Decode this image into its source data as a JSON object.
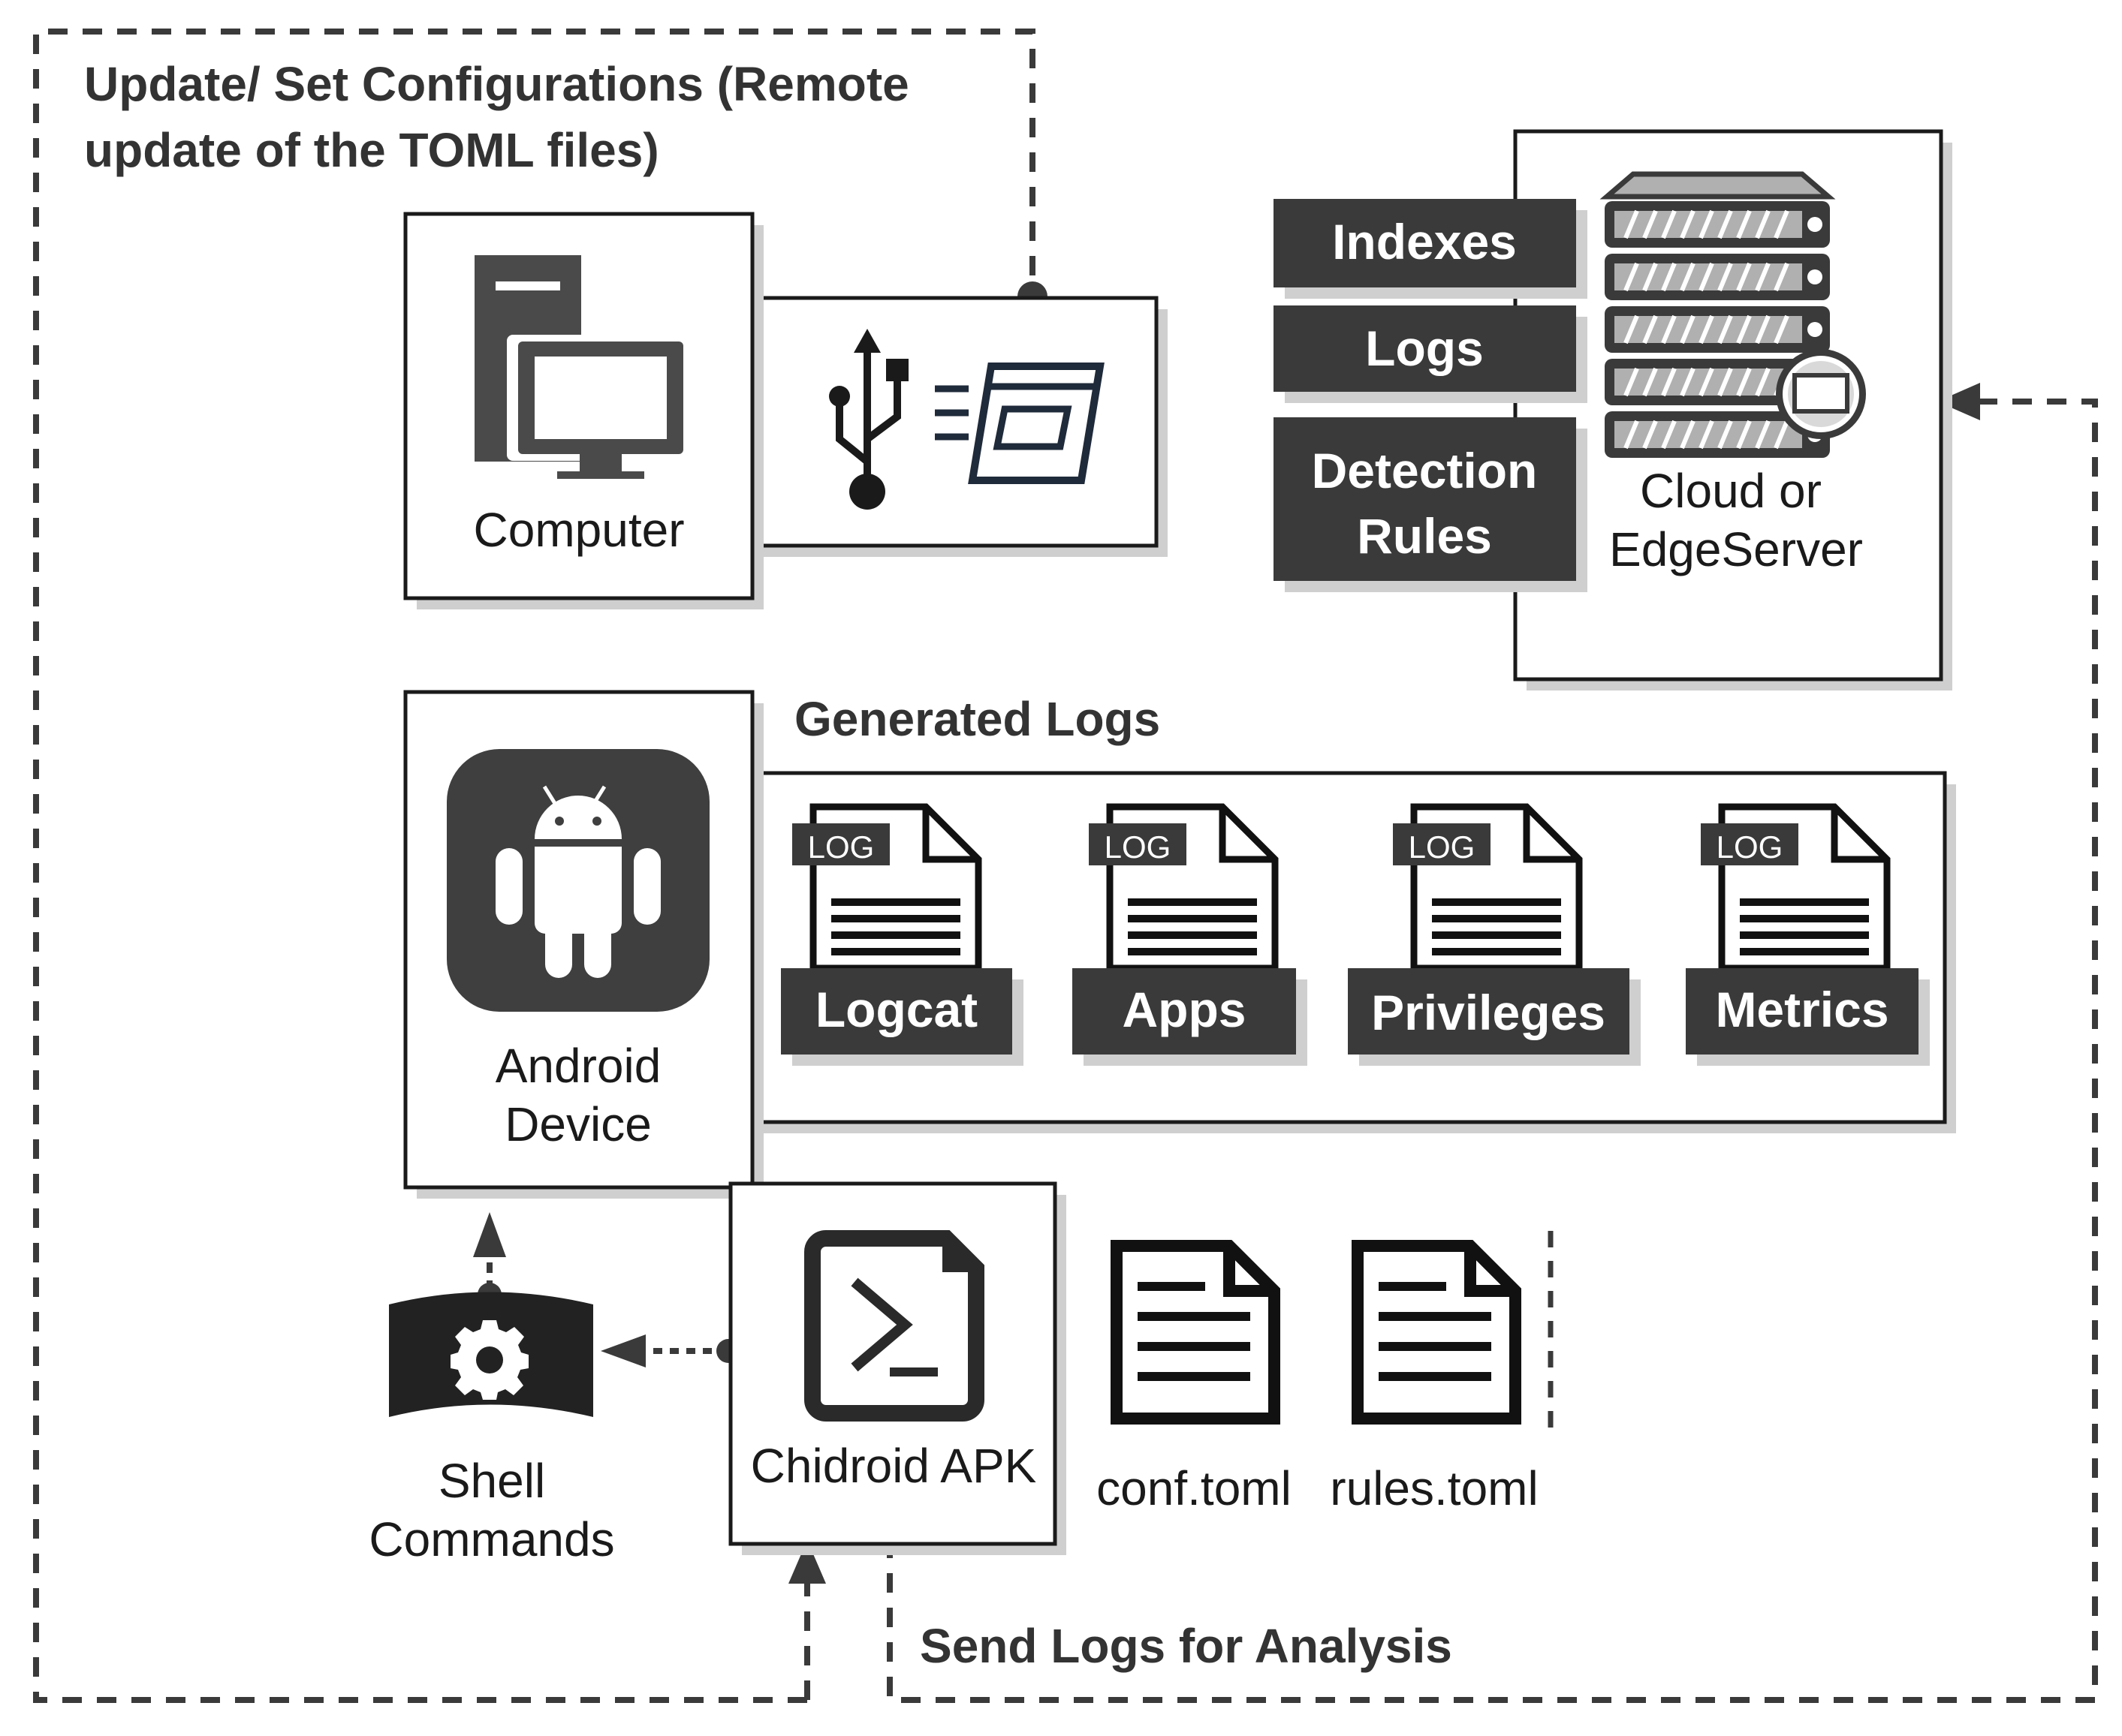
{
  "title": "Update/ Set Configurations (Remote update of the TOML files)",
  "title_lines": [
    "Update/ Set Configurations (Remote",
    "update of the TOML files)"
  ],
  "computer": {
    "label": "Computer",
    "icon": "desktop-computer-icon"
  },
  "usb": {
    "icon": "usb-icon",
    "window_icon": "app-window-icon"
  },
  "server": {
    "label_lines": [
      "Cloud or",
      "EdgeServer"
    ],
    "icon": "server-rack-icon",
    "tags": [
      "Indexes",
      "Logs"
    ],
    "detection_lines": [
      "Detection",
      "Rules"
    ]
  },
  "android": {
    "label_lines": [
      "Android",
      "Device"
    ],
    "icon": "android-robot-icon"
  },
  "generated_logs": {
    "heading": "Generated Logs",
    "file_tag": "LOG",
    "items": [
      "Logcat",
      "Apps",
      "Privileges",
      "Metrics"
    ]
  },
  "shell": {
    "label_lines": [
      "Shell",
      "Commands"
    ],
    "icon": "gear-icon"
  },
  "apk": {
    "label": "Chidroid APK",
    "icon": "terminal-prompt-icon"
  },
  "files": [
    "conf.toml",
    "rules.toml"
  ],
  "send_label": "Send Logs for Analysis",
  "colors": {
    "dark": "#3a3a3a",
    "line": "#1a1a1a",
    "shadow": "#cfcfcf",
    "text": "#333333"
  }
}
